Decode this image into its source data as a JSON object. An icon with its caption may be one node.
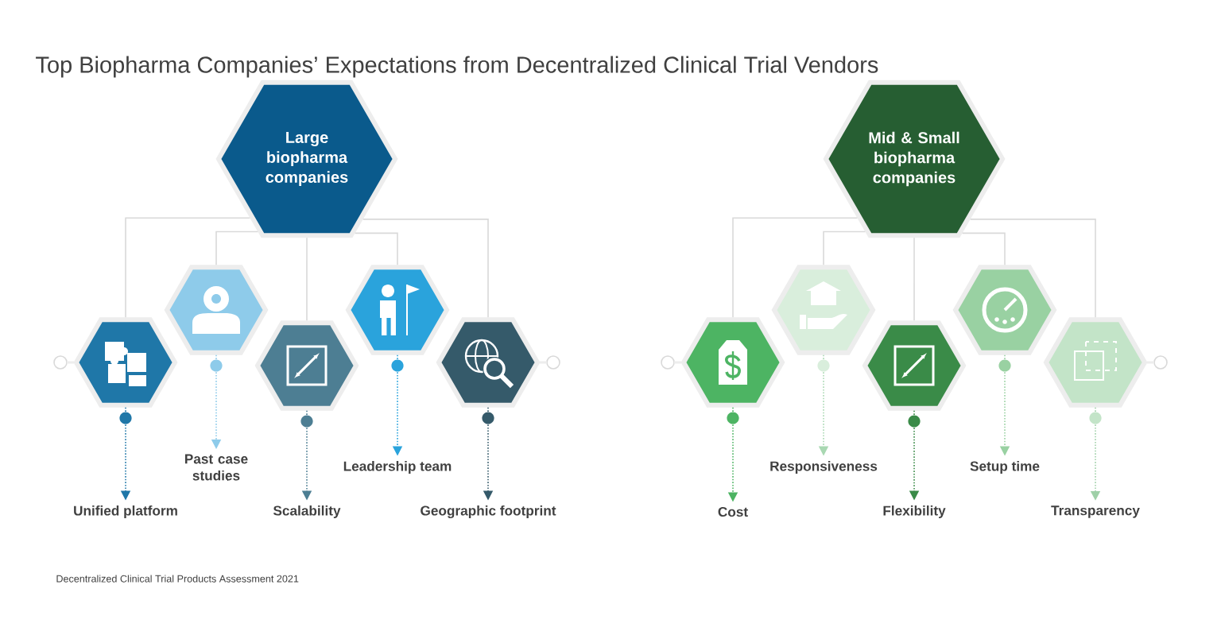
{
  "diagram": {
    "title": "Top Biopharma Companies’ Expectations from Decentralized Clinical Trial Vendors",
    "caption": "Decentralized Clinical Trial Products Assessment 2021",
    "nodes": [
      {
        "text": [
          "Large biopharma companies"
        ]
      },
      {
        "text": [],
        "shape": "hexagon"
      },
      {
        "text": [],
        "shape": "hexagon"
      },
      {
        "text": [],
        "shape": "hexagon"
      },
      {
        "text": [],
        "shape": "hexagon"
      },
      {
        "text": [],
        "shape": "hexagon"
      },
      {
        "text": [
          "Mid & Small biopharma companies"
        ]
      },
      {
        "text": [],
        "shape": "hexagon"
      },
      {
        "text": [],
        "shape": "hexagon"
      },
      {
        "text": [],
        "shape": "hexagon"
      },
      {
        "text": [],
        "shape": "hexagon"
      },
      {
        "text": [],
        "shape": "hexagon"
      },
      {
        "text": [
          "Unified platform"
        ]
      },
      {
        "text": [
          "Past case studies"
        ]
      },
      {
        "text": [
          "Scalability"
        ]
      },
      {
        "text": [
          "Leadership team"
        ]
      },
      {
        "text": [
          "Geographic footprint"
        ]
      },
      {
        "text": [
          "Cost"
        ]
      },
      {
        "text": [
          "Responsiveness"
        ]
      },
      {
        "text": [
          "Flexibility"
        ]
      },
      {
        "text": [
          "Setup time"
        ]
      },
      {
        "text": [
          "Transparency"
        ]
      }
    ],
    "edges": [
      {
        "from": 0,
        "to": 1,
        "arrow": "none"
      },
      {
        "from": 0,
        "to": 2,
        "arrow": "none"
      },
      {
        "from": 0,
        "to": 3,
        "arrow": "none"
      },
      {
        "from": 0,
        "to": 4,
        "arrow": "none"
      },
      {
        "from": 0,
        "to": 5,
        "arrow": "none"
      },
      {
        "from": 6,
        "to": 7,
        "arrow": "none"
      },
      {
        "from": 6,
        "to": 8,
        "arrow": "none"
      },
      {
        "from": 6,
        "to": 9,
        "arrow": "none"
      },
      {
        "from": 6,
        "to": 10,
        "arrow": "none"
      },
      {
        "from": 6,
        "to": 11,
        "arrow": "none"
      },
      {
        "from": 1,
        "to": 12,
        "arrow": "to",
        "style": "dashed",
        "color": "#1f77a8"
      },
      {
        "from": 2,
        "to": 13,
        "arrow": "to",
        "style": "dashed",
        "color": "#8ecbea"
      },
      {
        "from": 3,
        "to": 14,
        "arrow": "to",
        "style": "dashed",
        "color": "#4d7e93"
      },
      {
        "from": 4,
        "to": 15,
        "arrow": "to",
        "style": "dashed",
        "color": "#2aa3dc"
      },
      {
        "from": 5,
        "to": 16,
        "arrow": "to",
        "style": "dashed",
        "color": "#355a6a"
      },
      {
        "from": 7,
        "to": 17,
        "arrow": "to",
        "style": "dashed",
        "color": "#4db463"
      },
      {
        "from": 8,
        "to": 18,
        "arrow": "to",
        "style": "dashed",
        "color": "#a9d8b2"
      },
      {
        "from": 9,
        "to": 19,
        "arrow": "to",
        "style": "dashed",
        "color": "#3a8b48"
      },
      {
        "from": 10,
        "to": 20,
        "arrow": "to",
        "style": "dashed",
        "color": "#99d1a2"
      },
      {
        "from": 11,
        "to": 21,
        "arrow": "to",
        "style": "dashed",
        "color": "#9fd0a8"
      }
    ]
  }
}
